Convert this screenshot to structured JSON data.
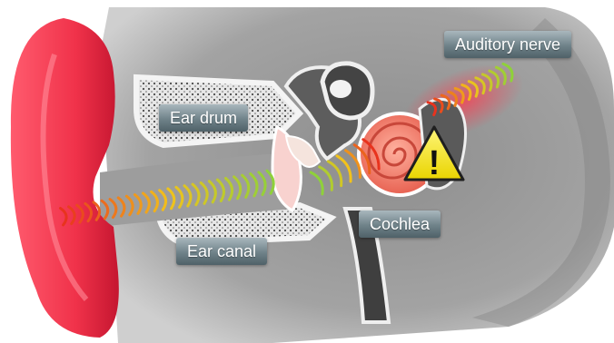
{
  "labels": {
    "auditory_nerve": "Auditory nerve",
    "ear_drum": "Ear drum",
    "cochlea": "Cochlea",
    "ear_canal": "Ear canal"
  },
  "warning": {
    "symbol": "!",
    "icon": "warning-triangle-icon",
    "color": "#f3e600"
  },
  "colors": {
    "outer_ear": "#f0324a",
    "sound_wave_red": "#e8331e",
    "sound_wave_yellow": "#f2c21b",
    "sound_wave_green": "#8fd13a",
    "cochlea": "#f07a6c",
    "bone": "#e9e9e9",
    "label_bg": "#6f8289"
  }
}
